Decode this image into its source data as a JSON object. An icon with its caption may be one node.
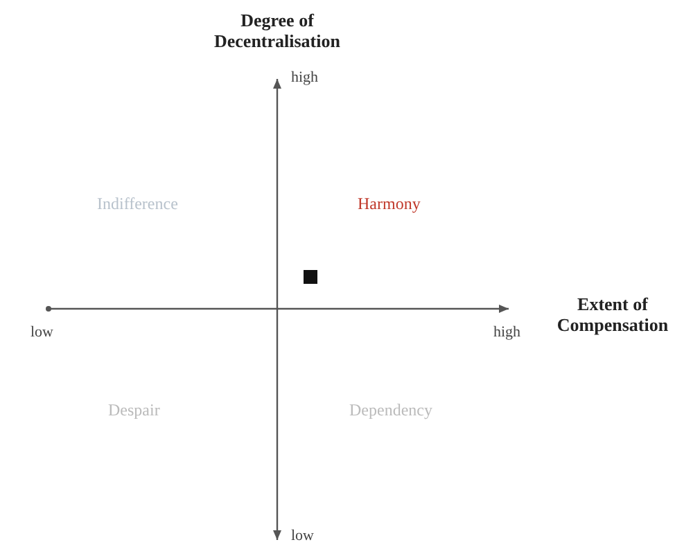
{
  "diagram": {
    "labels": [
      "Degree of Decentralisation",
      "high",
      "Indifference",
      "Harmony",
      "low",
      "high",
      "Extent of Compensation",
      "Despair",
      "Dependency",
      "low"
    ]
  }
}
